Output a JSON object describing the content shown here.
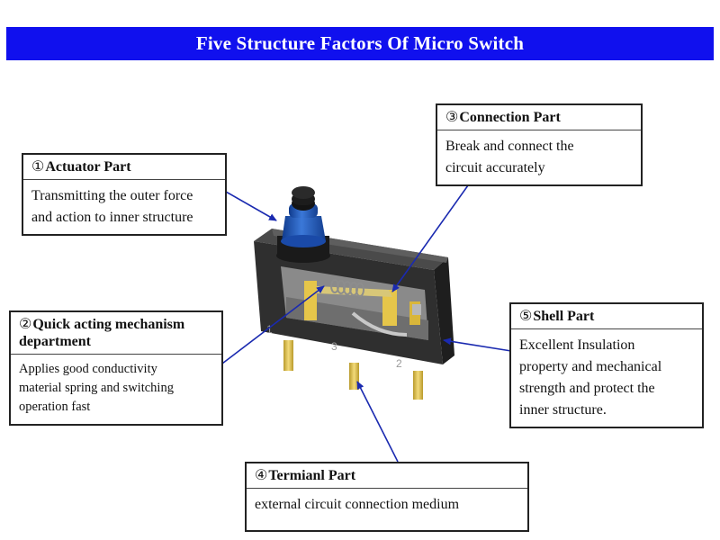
{
  "title": "Five Structure Factors Of Micro Switch",
  "colors": {
    "banner": "#1010ee",
    "title_text": "#ffffff",
    "arrow": "#1a2ab0",
    "box_border": "#222222",
    "actuator": "#1f56b5",
    "housing": "#2b2b2b",
    "terminal": "#e6c64a",
    "spring": "#c9b86a"
  },
  "callouts": {
    "actuator": {
      "number": "①",
      "title": "Actuator Part",
      "lines": [
        "Transmitting the outer force",
        "and action to inner structure"
      ]
    },
    "connection": {
      "number": "③",
      "title": "Connection Part",
      "lines": [
        "Break and connect the",
        "circuit accurately"
      ]
    },
    "quick_acting": {
      "number": "②",
      "title": "Quick acting mechanism",
      "title_line2": "department",
      "lines": [
        "Applies good conductivity",
        "material spring and switching",
        "operation fast"
      ]
    },
    "shell": {
      "number": "⑤",
      "title": "Shell Part",
      "lines": [
        "Excellent Insulation",
        "property and mechanical",
        "strength and protect the",
        "inner structure."
      ]
    },
    "terminal": {
      "number": "④",
      "title": "Termianl Part",
      "lines": [
        "external circuit connection medium"
      ]
    }
  },
  "terminal_markings": [
    "1",
    "3",
    "2"
  ],
  "icons": [
    "micro-switch-illustration",
    "arrow-pointer"
  ]
}
